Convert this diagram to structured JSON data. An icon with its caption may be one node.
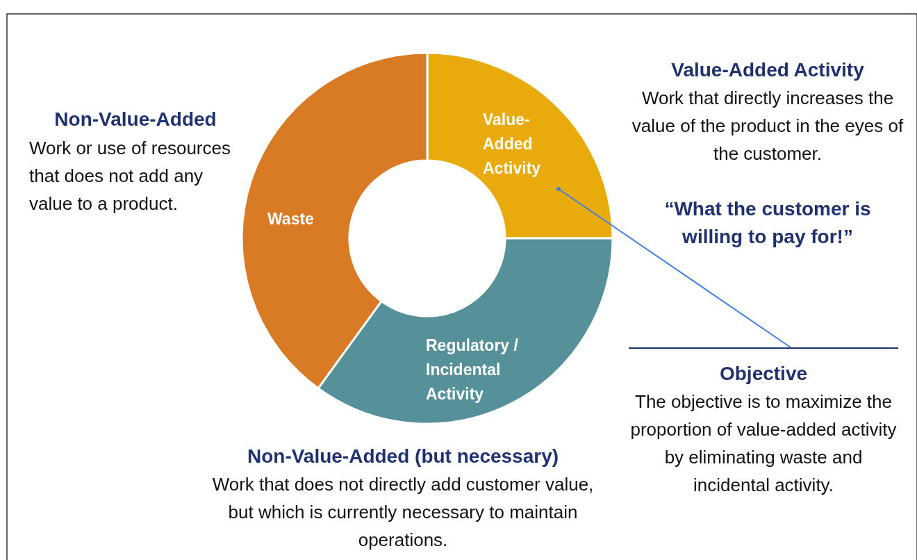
{
  "diagram": {
    "nodes": [
      {
        "text": [
          "Value-Added Activity"
        ]
      },
      {
        "text": [
          "Waste"
        ]
      },
      {
        "text": [
          "Regulatory / Incidental Activity"
        ]
      },
      {
        "text": [
          "Objective",
          "The objective is to maximize the proportion of value-added activity by eliminating waste and incidental activity."
        ]
      }
    ],
    "edges": [
      {
        "from": 3,
        "to": 0,
        "arrow": "other"
      }
    ],
    "labels": [
      "Non-Value-Added",
      "Work or use of resources that does not add any value to a product.",
      "Value-Added Activity",
      "Work that directly increases the value of the product in the eyes of the customer.",
      "“What the customer is willing to pay for!”",
      "Non-Value-Added (but necessary)",
      "Work that does not directly add customer value, but which is currently necessary to maintain operations."
    ]
  }
}
